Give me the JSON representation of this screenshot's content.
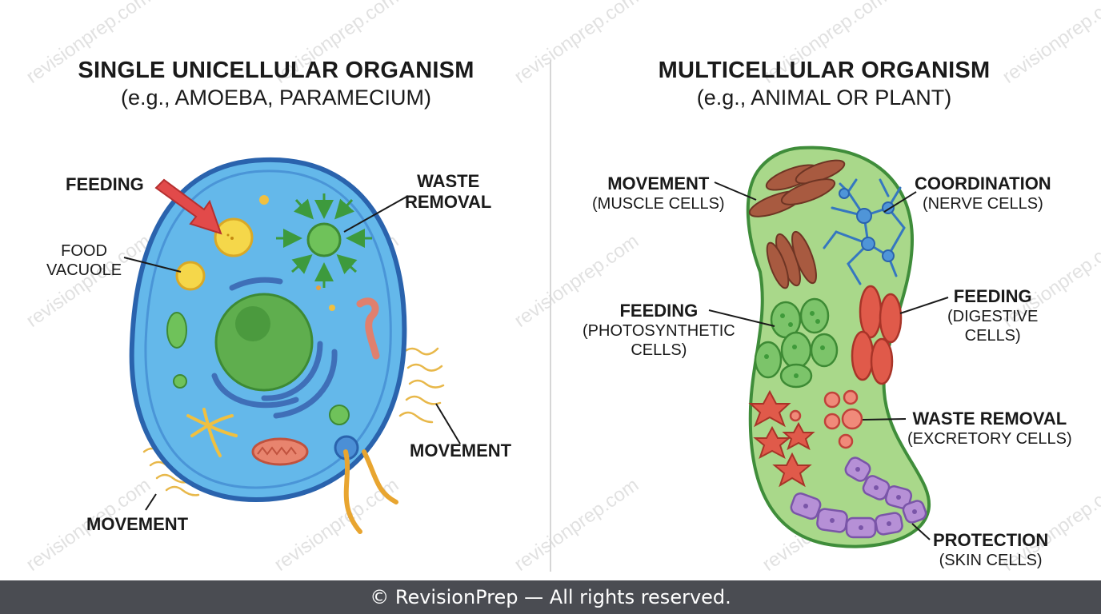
{
  "left_panel": {
    "title": "SINGLE UNICELLULAR ORGANISM",
    "subtitle": "(e.g., AMOEBA, PARAMECIUM)",
    "labels": {
      "feeding": "FEEDING",
      "food_vacuole_1": "FOOD",
      "food_vacuole_2": "VACUOLE",
      "waste_1": "WASTE",
      "waste_2": "REMOVAL",
      "movement_right": "MOVEMENT",
      "movement_left": "MOVEMENT"
    }
  },
  "right_panel": {
    "title": "MULTICELLULAR ORGANISM",
    "subtitle": "(e.g., ANIMAL OR PLANT)",
    "labels": {
      "movement": "MOVEMENT",
      "movement_sub": "(MUSCLE CELLS)",
      "coordination": "COORDINATION",
      "coordination_sub": "(NERVE CELLS)",
      "feeding_left": "FEEDING",
      "feeding_left_sub1": "(PHOTOSYNTHETIC",
      "feeding_left_sub2": "CELLS)",
      "feeding_right": "FEEDING",
      "feeding_right_sub1": "(DIGESTIVE",
      "feeding_right_sub2": "CELLS)",
      "waste": "WASTE REMOVAL",
      "waste_sub": "(EXCRETORY CELLS)",
      "protection": "PROTECTION",
      "protection_sub": "(SKIN CELLS)"
    }
  },
  "watermark": "revisionprep.com",
  "footer": "© RevisionPrep — All rights reserved.",
  "colors": {
    "cell_membrane": "#2f6fc0",
    "cytoplasm": "#64b8ea",
    "nucleus": "#5fae4e",
    "organism_body": "#a9d88a",
    "arrow_red": "#e24a4a",
    "footer_bg": "#4a4c52"
  }
}
